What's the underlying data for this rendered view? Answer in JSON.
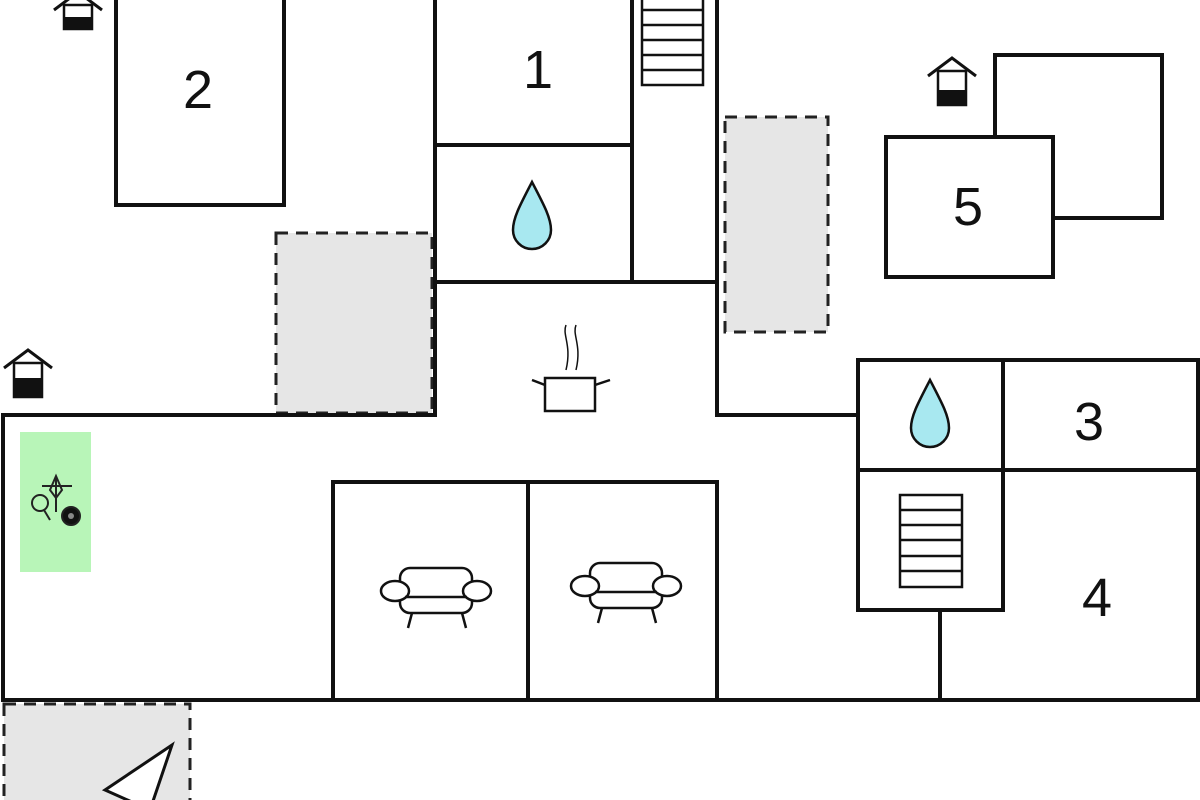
{
  "title": "Floor plan",
  "rooms": [
    {
      "label": "1",
      "type": "bedroom"
    },
    {
      "label": "2",
      "type": "bedroom"
    },
    {
      "label": "3",
      "type": "bedroom"
    },
    {
      "label": "4",
      "type": "bedroom"
    },
    {
      "label": "5",
      "type": "bedroom"
    }
  ],
  "icons": [
    "entrance-icon",
    "water-drop-icon",
    "stairs-icon",
    "cooking-pot-icon",
    "sofa-icon",
    "games-icon",
    "terrace-icon"
  ],
  "colors": {
    "wall": "#111111",
    "water": "#a8e8f0",
    "games": "#b8f5b8",
    "outdoor": "#e6e6e6"
  }
}
